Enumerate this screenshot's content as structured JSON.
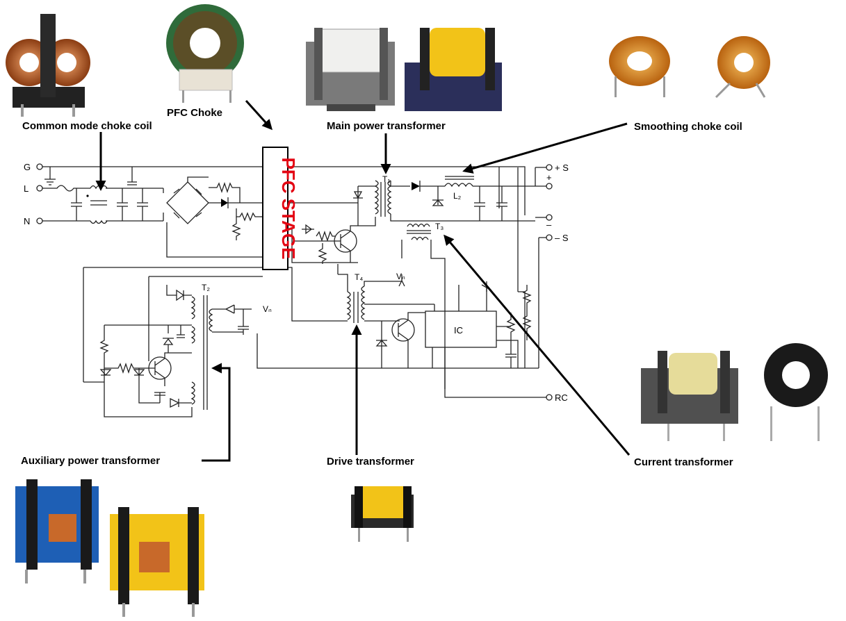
{
  "labels": {
    "common_mode": "Common mode choke coil",
    "pfc_choke": "PFC Choke",
    "main_transformer": "Main power transformer",
    "smoothing": "Smoothing choke coil",
    "auxiliary": "Auxiliary power transformer",
    "drive": "Drive transformer",
    "current": "Current transformer"
  },
  "pfc_stage": "PFC STAGE",
  "terminals": {
    "g": "G",
    "l": "L",
    "n": "N",
    "plus_s": "+ S",
    "plus": "+",
    "minus": "–",
    "minus_s": "– S",
    "rc": "RC"
  },
  "components": {
    "t1": "T₁",
    "t2": "T₂",
    "t3": "T₃",
    "t4": "T₄",
    "l2": "L₂",
    "vn1": "Vₙ",
    "vn2": "Vₙ",
    "ic": "IC"
  },
  "colors": {
    "pfc_text": "#e30613",
    "copper": "#c8692a",
    "orange": "#e08a1e",
    "blue": "#1e5fb5",
    "yellow": "#f2c318",
    "core": "#3a3a3a"
  }
}
